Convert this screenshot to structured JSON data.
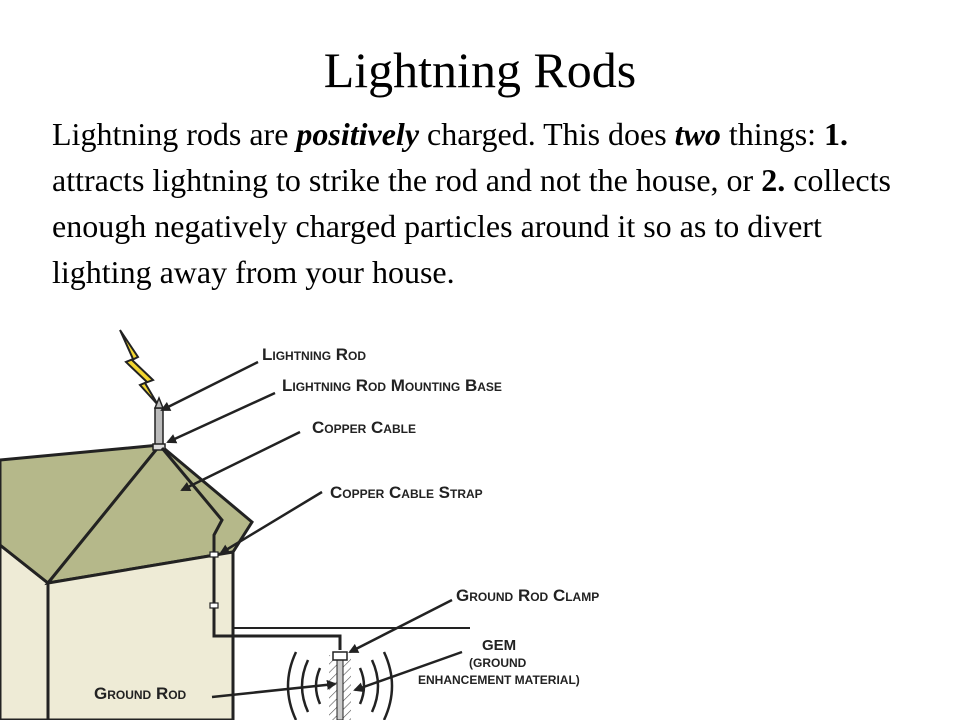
{
  "slide": {
    "title": "Lightning Rods",
    "body": {
      "s1": "Lightning rods are ",
      "s2": "positively",
      "s3": " charged.  This does ",
      "s4": "two",
      "s5": " things: ",
      "s6": "1.",
      "s7": " attracts lightning to strike the rod and not the house, or  ",
      "s8": "2.",
      "s9": " collects enough negatively charged particles around it so as to divert lighting away from your house."
    }
  },
  "diagram": {
    "labels": {
      "lightning_rod": "Lightning Rod",
      "mounting_base": "Lightning Rod Mounting Base",
      "copper_cable": "Copper Cable",
      "cable_strap": "Copper Cable Strap",
      "ground_rod_clamp": "Ground Rod Clamp",
      "gem": "GEM",
      "gem_sub1": "(GROUND",
      "gem_sub2": "ENHANCEMENT MATERIAL)",
      "ground_rod": "Ground Rod"
    },
    "colors": {
      "roof": "#b5b88a",
      "wall": "#eeebd6",
      "bolt": "#f2d630",
      "outline": "#222222"
    }
  }
}
